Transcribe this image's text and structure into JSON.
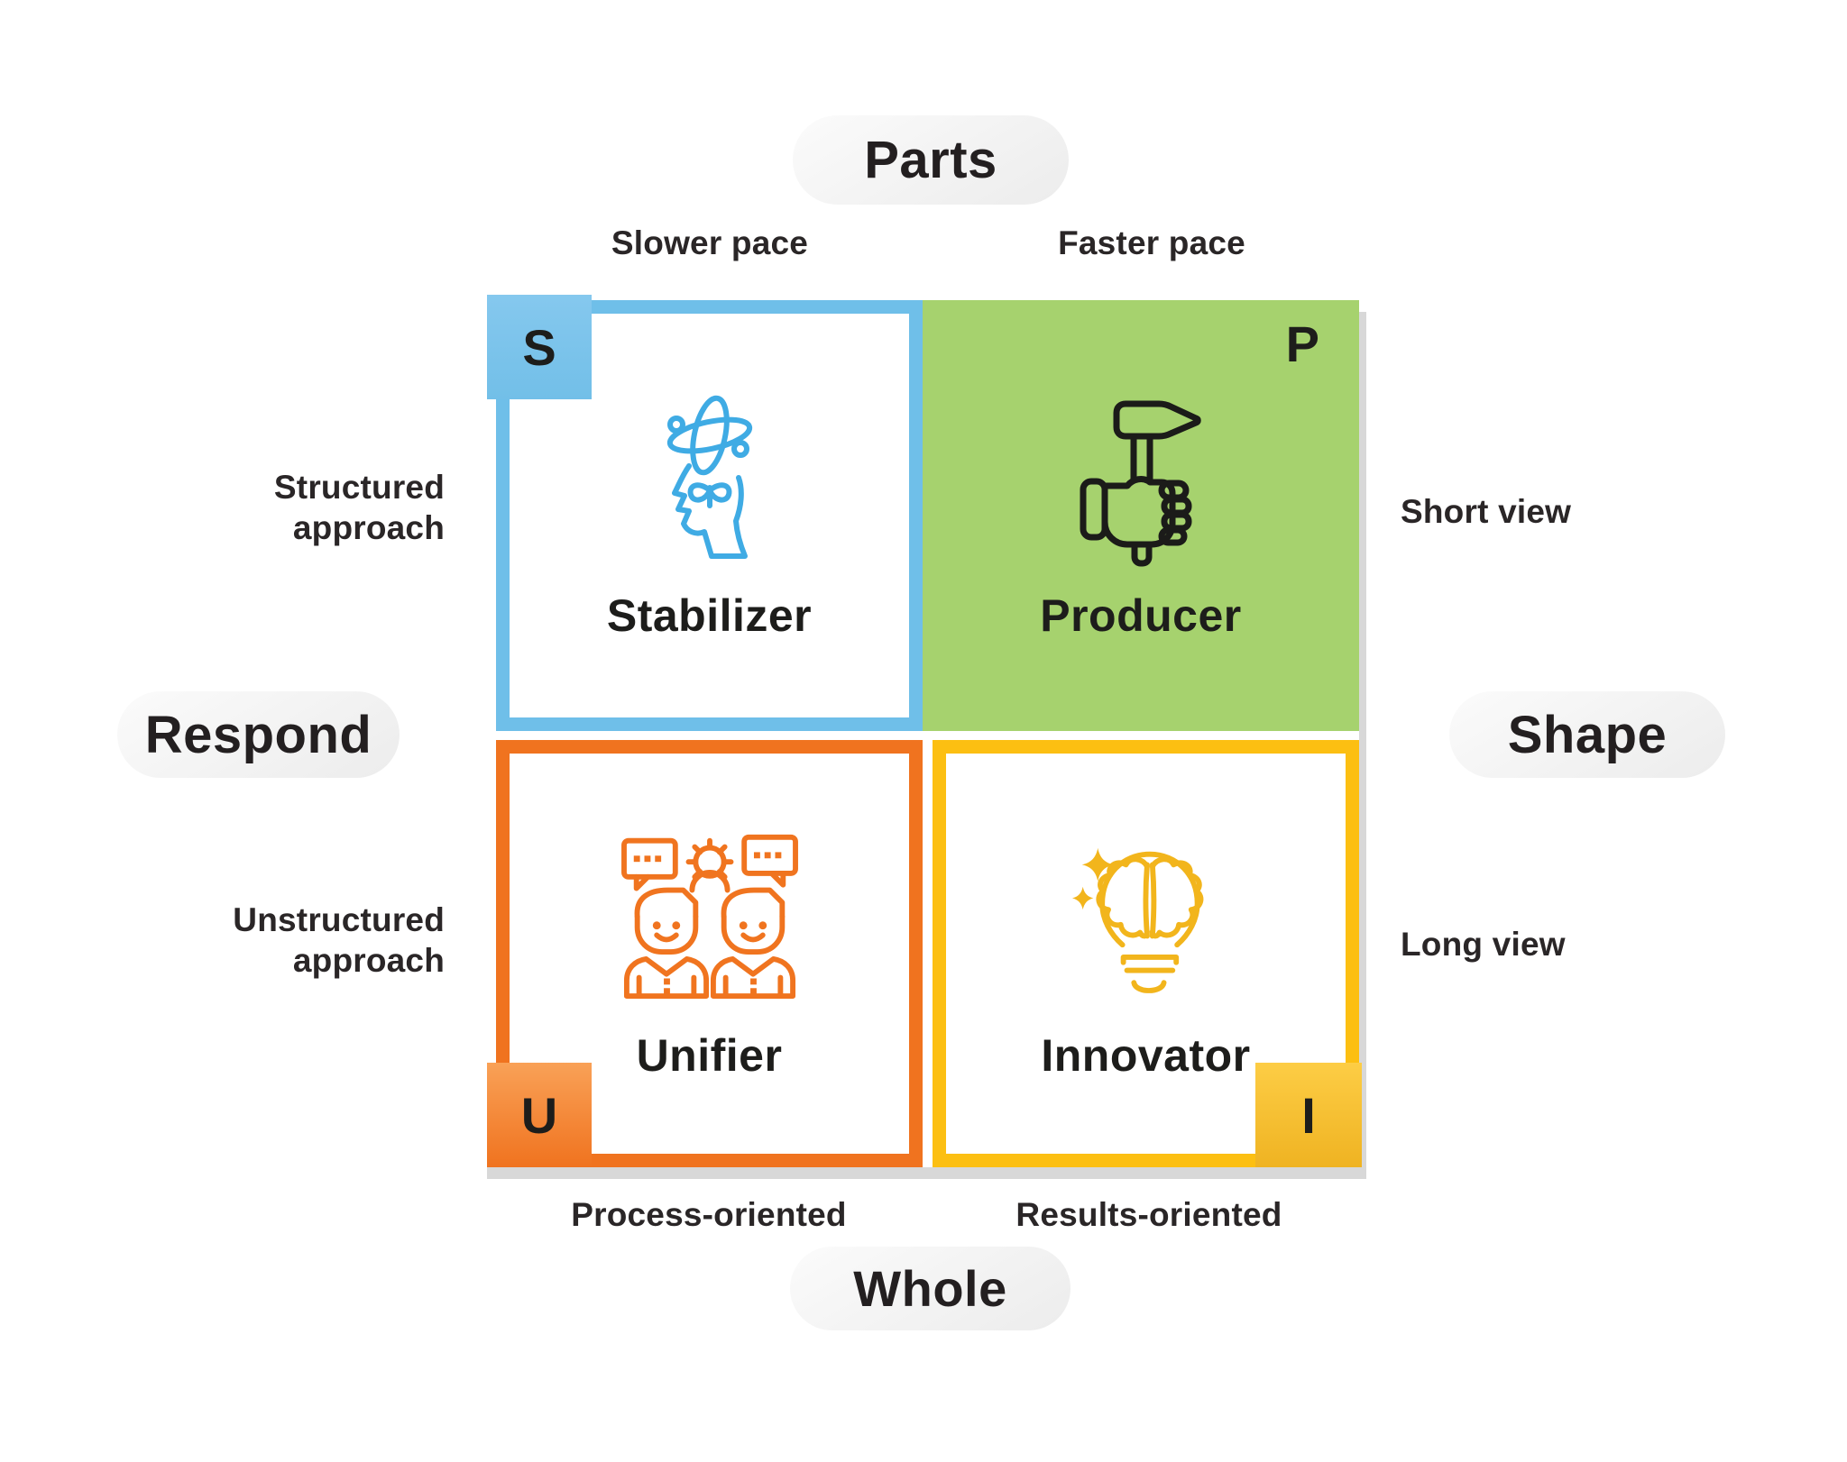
{
  "diagram": {
    "title_pills": {
      "top": "Parts",
      "bottom": "Whole",
      "left": "Respond",
      "right": "Shape"
    },
    "axis_labels": {
      "top_left": "Slower pace",
      "top_right": "Faster pace",
      "left_top": "Structured approach",
      "left_bottom": "Unstructured approach",
      "right_top": "Short view",
      "right_bottom": "Long view",
      "bottom_left": "Process-oriented",
      "bottom_right": "Results-oriented"
    },
    "quadrants": [
      {
        "id": "stabilizer",
        "letter": "S",
        "title": "Stabilizer",
        "icon": "head-atom-sprout-icon",
        "accent_color": "#6FBFE9"
      },
      {
        "id": "producer",
        "letter": "P",
        "title": "Producer",
        "icon": "fist-hammer-icon",
        "accent_color": "#A6D26E"
      },
      {
        "id": "unifier",
        "letter": "U",
        "title": "Unifier",
        "icon": "two-people-gear-icon",
        "accent_color": "#F0731F"
      },
      {
        "id": "innovator",
        "letter": "I",
        "title": "Innovator",
        "icon": "brain-bulb-icon",
        "accent_color": "#FCBF12"
      }
    ],
    "palette": {
      "blue": "#6FBFE9",
      "green": "#A6D26E",
      "orange": "#F0731F",
      "yellow": "#FCBF12",
      "icon_blue": "#3FABE4",
      "icon_orange": "#F0741F",
      "icon_amber": "#F2B51C",
      "icon_black": "#1B1B19",
      "text": "#231F20",
      "pill_bg": "#F1F1F1",
      "shadow": "#D8D8D8",
      "background": "#FFFFFF"
    }
  }
}
